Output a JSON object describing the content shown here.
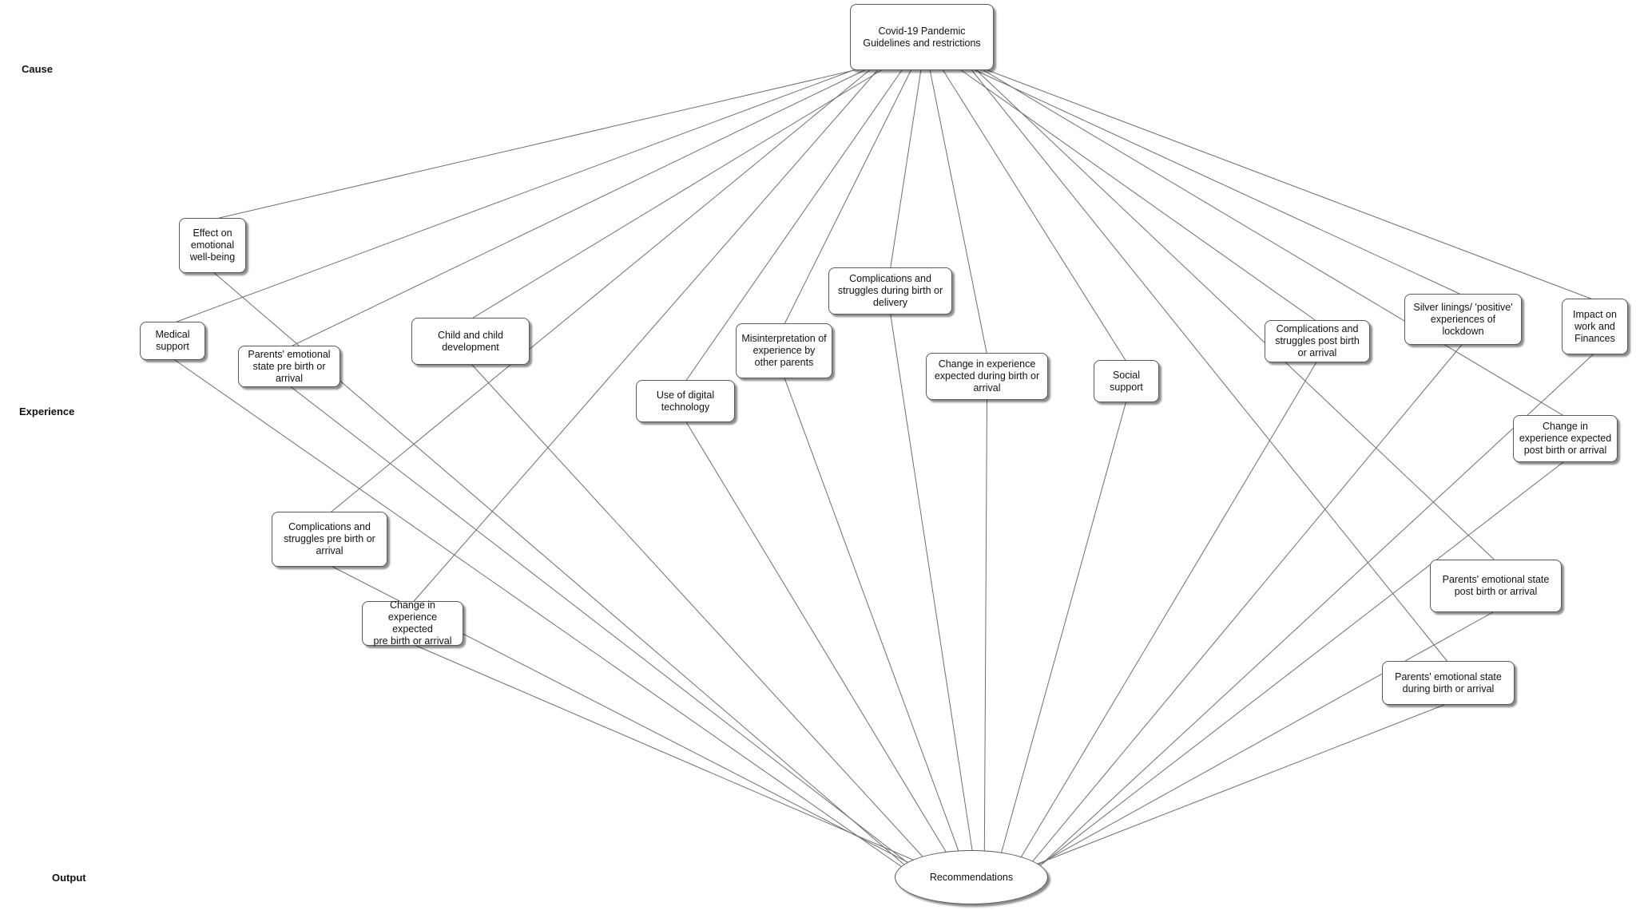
{
  "row_labels": {
    "cause": "Cause",
    "experience": "Experience",
    "output": "Output"
  },
  "nodes": {
    "covid": "Covid-19 Pandemic\nGuidelines and restrictions",
    "emotional_wellbeing": "Effect on\nemotional\nwell-being",
    "medical_support": "Medical\nsupport",
    "parents_state_pre": "Parents' emotional\nstate pre birth or\narrival",
    "child_development": "Child and child\ndevelopment",
    "complications_during": "Complications and\nstruggles during birth or\ndelivery",
    "misinterpretation": "Misinterpretation of\nexperience by\nother parents",
    "digital_technology": "Use of digital\ntechnology",
    "change_during": "Change in experience\nexpected during birth or\narrival",
    "social_support": "Social\nsupport",
    "complications_post": "Complications and\nstruggles post birth\nor arrival",
    "silver_linings": "Silver linings/ 'positive'\nexperiences of\nlockdown",
    "work_finances": "Impact on\nwork and\nFinances",
    "change_post": "Change in\nexperience expected\npost birth or arrival",
    "complications_pre": "Complications and\nstruggles pre birth or\narrival",
    "change_pre": "Change in\nexperience expected\npre birth or arrival",
    "parents_state_post": "Parents' emotional state\npost birth or arrival",
    "parents_state_during": "Parents' emotional state\nduring birth or arrival",
    "recommendations": "Recommendations"
  },
  "edges": [
    [
      "covid",
      "emotional_wellbeing"
    ],
    [
      "covid",
      "medical_support"
    ],
    [
      "covid",
      "parents_state_pre"
    ],
    [
      "covid",
      "child_development"
    ],
    [
      "covid",
      "complications_pre"
    ],
    [
      "covid",
      "change_pre"
    ],
    [
      "covid",
      "digital_technology"
    ],
    [
      "covid",
      "misinterpretation"
    ],
    [
      "covid",
      "complications_during"
    ],
    [
      "covid",
      "change_during"
    ],
    [
      "covid",
      "social_support"
    ],
    [
      "covid",
      "parents_state_during"
    ],
    [
      "covid",
      "complications_post"
    ],
    [
      "covid",
      "parents_state_post"
    ],
    [
      "covid",
      "silver_linings"
    ],
    [
      "covid",
      "change_post"
    ],
    [
      "covid",
      "work_finances"
    ],
    [
      "emotional_wellbeing",
      "recommendations"
    ],
    [
      "medical_support",
      "recommendations"
    ],
    [
      "parents_state_pre",
      "recommendations"
    ],
    [
      "child_development",
      "recommendations"
    ],
    [
      "complications_pre",
      "recommendations"
    ],
    [
      "change_pre",
      "recommendations"
    ],
    [
      "digital_technology",
      "recommendations"
    ],
    [
      "misinterpretation",
      "recommendations"
    ],
    [
      "complications_during",
      "recommendations"
    ],
    [
      "change_during",
      "recommendations"
    ],
    [
      "social_support",
      "recommendations"
    ],
    [
      "complications_post",
      "recommendations"
    ],
    [
      "silver_linings",
      "recommendations"
    ],
    [
      "work_finances",
      "recommendations"
    ],
    [
      "change_post",
      "recommendations"
    ],
    [
      "parents_state_post",
      "recommendations"
    ],
    [
      "parents_state_during",
      "recommendations"
    ]
  ]
}
